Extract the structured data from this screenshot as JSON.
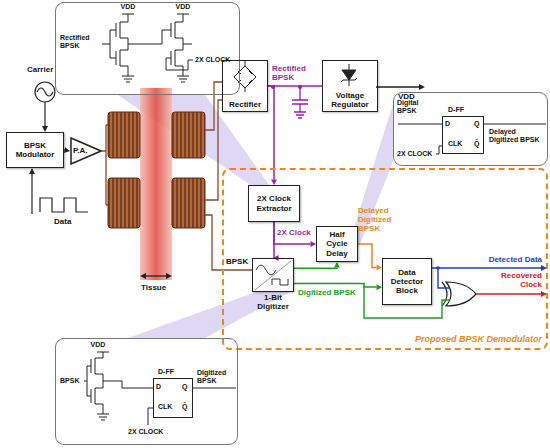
{
  "diagram": {
    "nodes": [
      {
        "text": [
          "VDD",
          "VDD",
          "Rectified BPSK",
          "2X CLOCK"
        ]
      },
      {
        "text": [
          "BPSK Modulator"
        ]
      },
      {
        "text": [
          "P.A."
        ]
      },
      {
        "text": [
          "Rectifier"
        ]
      },
      {
        "text": [
          "Voltage Regulator"
        ]
      },
      {
        "text": [
          "Digital BPSK",
          "Delayed Digitized BPSK",
          "2X CLOCK"
        ]
      },
      {
        "text": [
          "D-FF",
          "D",
          "CLK",
          "Q",
          "Q̄"
        ],
        "in": 5
      },
      {
        "text": [
          "Proposed BPSK Demodulator"
        ]
      },
      {
        "text": [
          "2X Clock Extractor"
        ],
        "in": 7
      },
      {
        "text": [
          "Half Cycle Delay"
        ],
        "in": 7
      },
      {
        "text": [
          "Data Detector Block"
        ],
        "in": 7
      },
      {
        "text": [
          "1-Bit Digitizer"
        ],
        "in": 7
      },
      {
        "text": [
          "VDD",
          "BPSK",
          "Digitized BPSK",
          "2X CLOCK"
        ]
      },
      {
        "text": [
          "D-FF",
          "D",
          "CLK",
          "Q",
          "Q̄"
        ],
        "in": 12
      }
    ],
    "edges": [
      {
        "from": 1,
        "to": 2,
        "arrow": "to"
      },
      {
        "from": 3,
        "to": 4,
        "label": "Rectified BPSK",
        "arrow": "none"
      },
      {
        "from": 3,
        "to": 8,
        "arrow": "to"
      },
      {
        "from": 8,
        "to": 9,
        "label": "2X Clock",
        "arrow": "to"
      },
      {
        "from": 8,
        "to": 11,
        "arrow": "to"
      },
      {
        "from": 11,
        "to": 9,
        "arrow": "to"
      },
      {
        "from": 11,
        "to": 10,
        "label": "Digitized BPSK",
        "arrow": "to"
      },
      {
        "from": 9,
        "to": 10,
        "label": "Delayed Digitized BPSK",
        "arrow": "to"
      }
    ],
    "labels": [
      "Carrier",
      "Data",
      "Tissue",
      "VDD",
      "BPSK",
      "Detected Data",
      "Recovered Clock"
    ]
  }
}
